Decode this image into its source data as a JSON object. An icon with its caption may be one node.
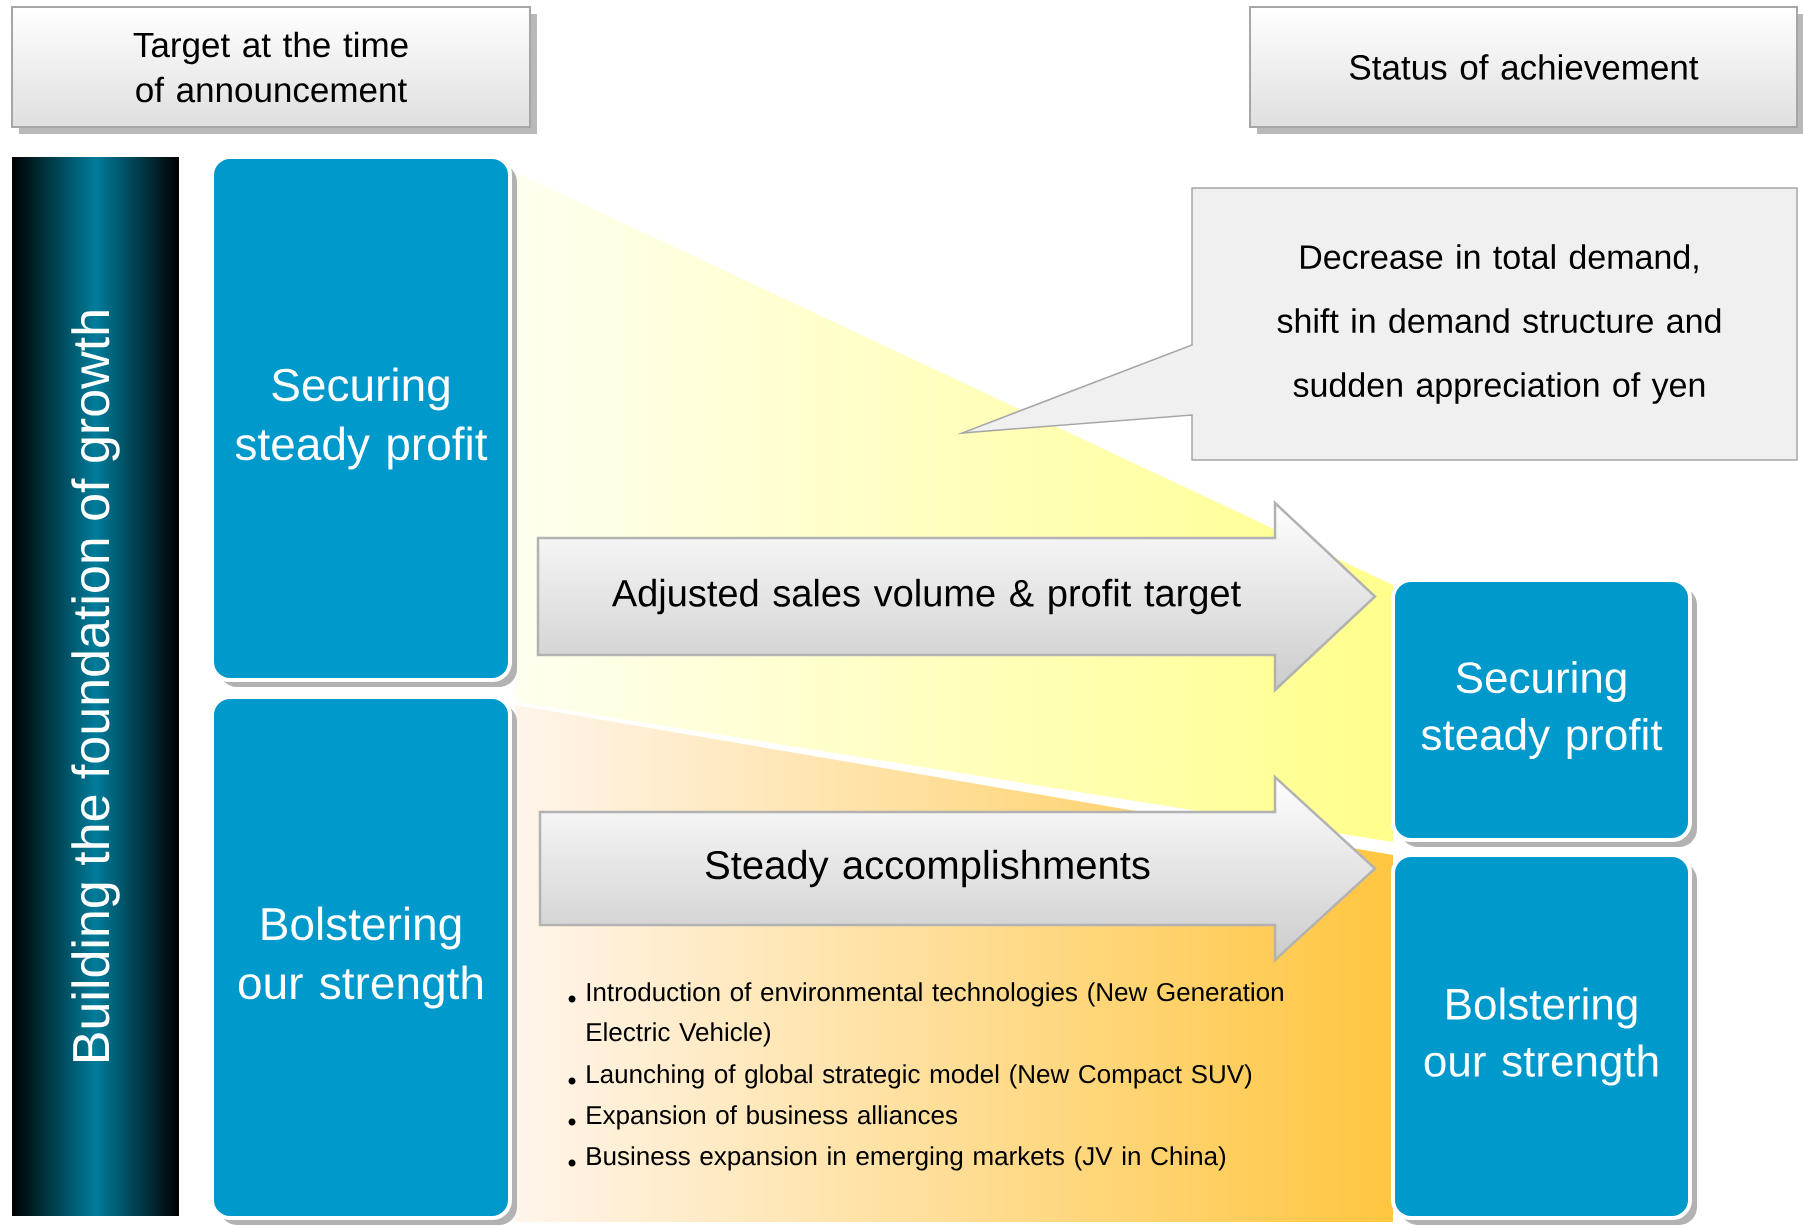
{
  "diagram": {
    "nodes": [
      {
        "text": [
          "Target at the time of announcement"
        ]
      },
      {
        "text": [
          "Status of achievement"
        ]
      },
      {
        "text": [
          "Building the foundation of growth"
        ]
      },
      {
        "text": [
          "Securing steady profit"
        ]
      },
      {
        "text": [
          "Bolstering our strength"
        ]
      },
      {
        "text": [
          "Decrease in total demand, shift in demand structure and sudden appreciation of yen"
        ]
      },
      {
        "text": [
          "Adjusted sales volume & profit target"
        ]
      },
      {
        "text": [
          "Steady accomplishments"
        ]
      },
      {
        "text": [
          "Securing steady profit"
        ]
      },
      {
        "text": [
          "Bolstering our strength"
        ]
      }
    ],
    "labels": [
      "Introduction of environmental technologies (New Generation Electric Vehicle)",
      "Launching of global strategic model (New Compact SUV)",
      "Expansion of business alliances",
      "Business expansion in emerging markets (JV in China)"
    ]
  }
}
